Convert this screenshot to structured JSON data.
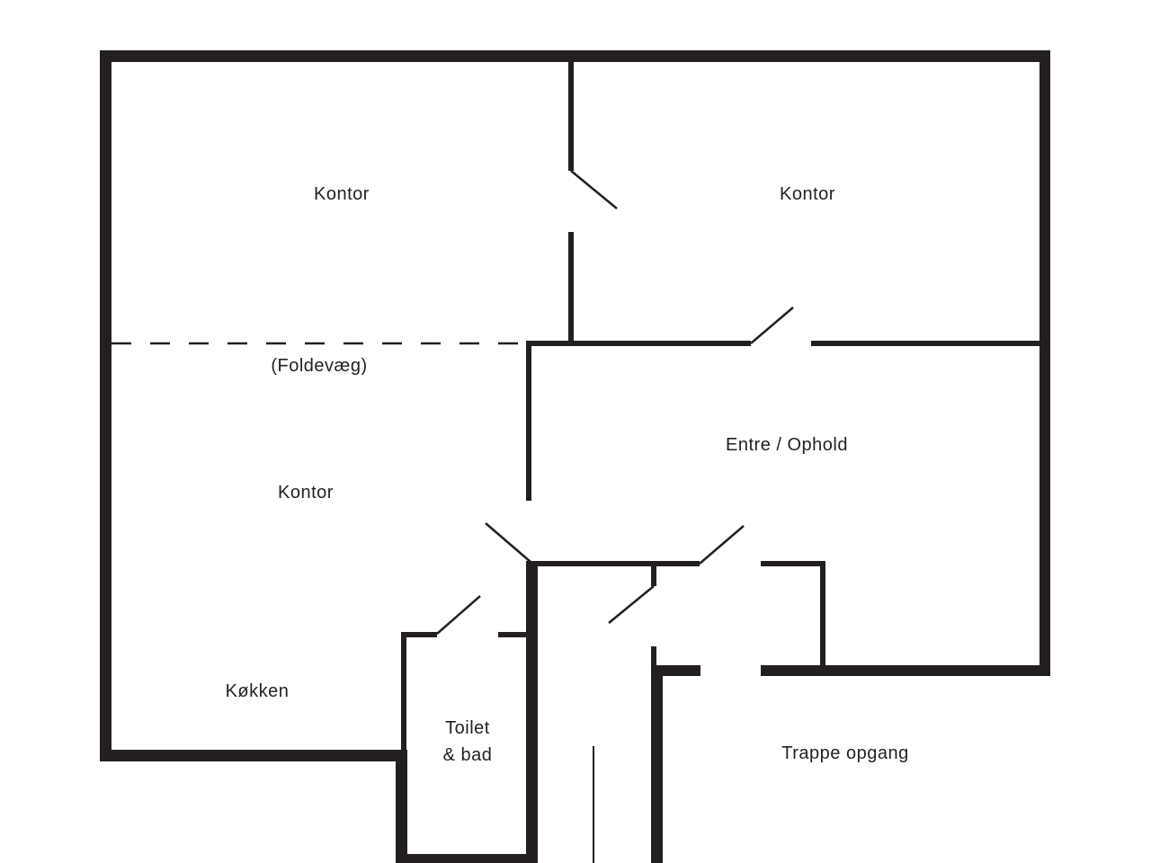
{
  "floorplan": {
    "wall_color": "#231f20",
    "background": "#ffffff",
    "rooms": [
      {
        "id": "kontor-top-left",
        "label": "Kontor"
      },
      {
        "id": "kontor-top-right",
        "label": "Kontor"
      },
      {
        "id": "kontor-mid-left",
        "label": "Kontor"
      },
      {
        "id": "entre-ophold",
        "label": "Entre / Ophold"
      },
      {
        "id": "kokken",
        "label": "Køkken"
      },
      {
        "id": "toilet-bad",
        "label_line1": "Toilet",
        "label_line2": "& bad"
      },
      {
        "id": "trappe-opgang",
        "label": "Trappe opgang"
      }
    ],
    "annotations": {
      "folding_wall": "(Foldevæg)"
    }
  }
}
